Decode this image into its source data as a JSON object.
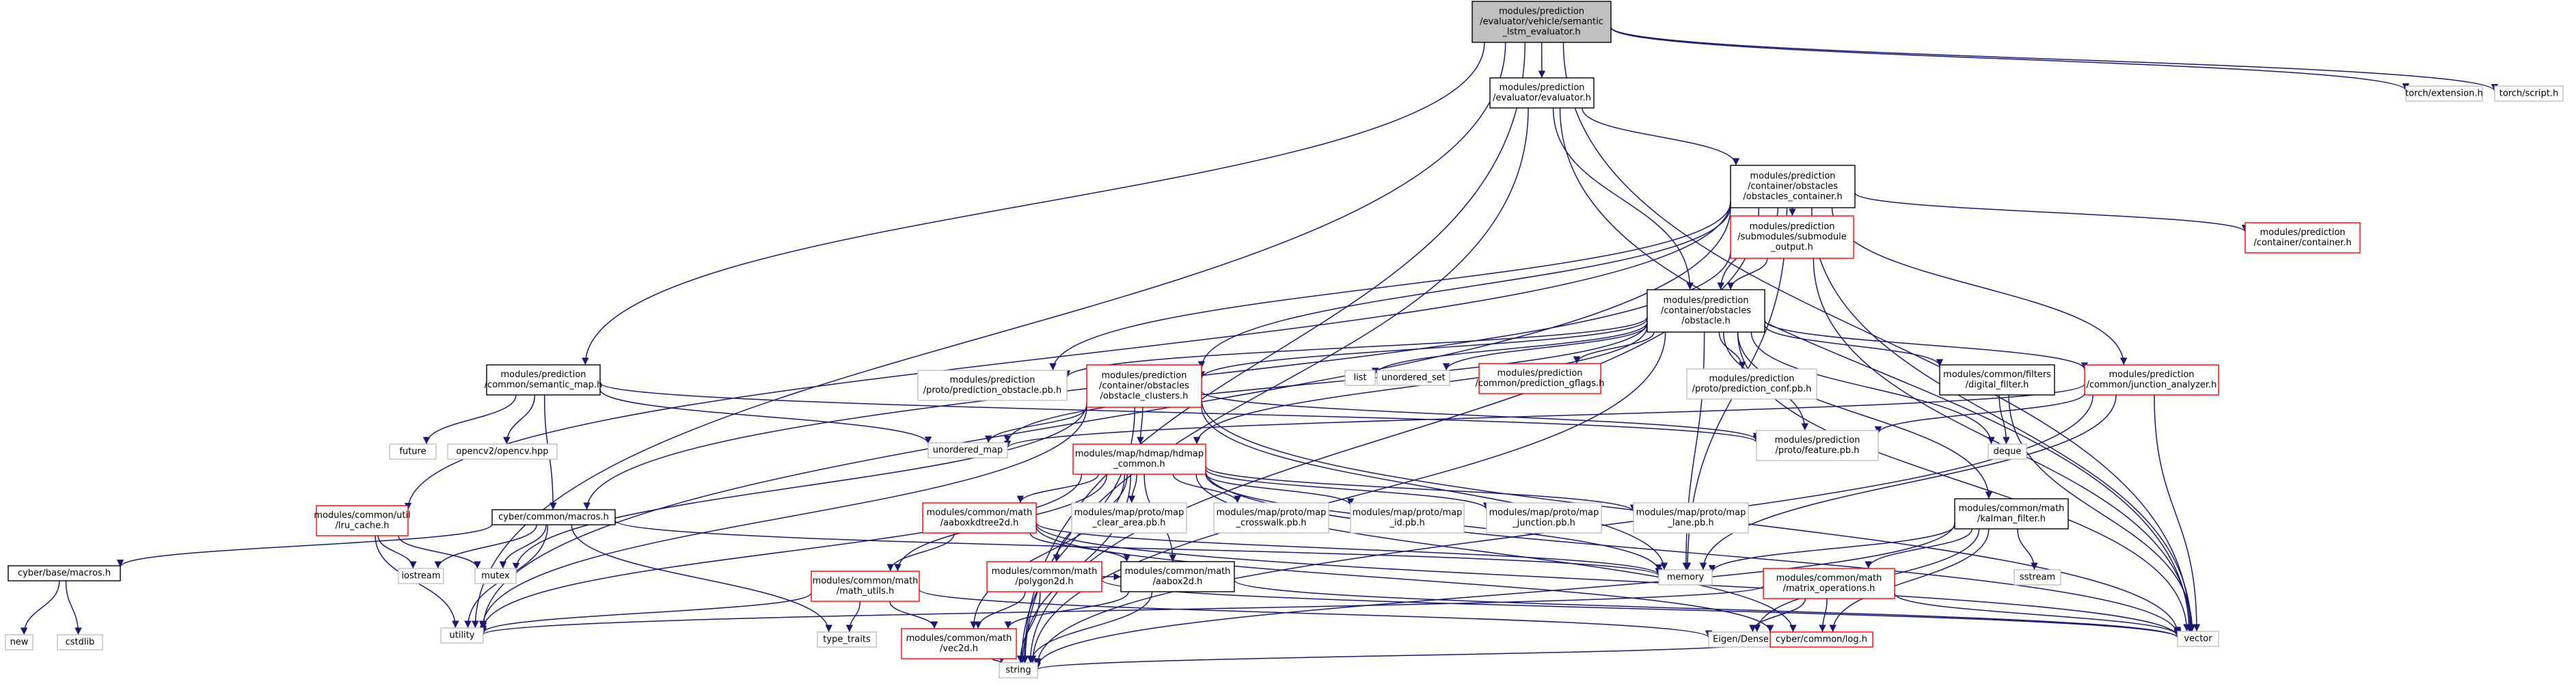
{
  "diagram": {
    "colors": {
      "edge": "#191970",
      "box_black": "#000000",
      "box_red": "#ff0000",
      "box_grey": "#bfbfbf",
      "fill_root": "#bfbfbf",
      "fill": "#ffffff"
    },
    "nodes": [
      {
        "id": "root",
        "style": "root",
        "lines": [
          "modules/prediction",
          "/evaluator/vehicle/semantic",
          "_lstm_evaluator.h"
        ]
      },
      {
        "id": "evaluator",
        "style": "black",
        "lines": [
          "modules/prediction",
          "/evaluator/evaluator.h"
        ]
      },
      {
        "id": "torch_ext",
        "style": "grey",
        "lines": [
          "torch/extension.h"
        ]
      },
      {
        "id": "torch_script",
        "style": "grey",
        "lines": [
          "torch/script.h"
        ]
      },
      {
        "id": "obst_container",
        "style": "black",
        "lines": [
          "modules/prediction",
          "/container/obstacles",
          "/obstacles_container.h"
        ]
      },
      {
        "id": "submodule_output",
        "style": "red",
        "lines": [
          "modules/prediction",
          "/submodules/submodule",
          "_output.h"
        ]
      },
      {
        "id": "container_h",
        "style": "red",
        "lines": [
          "modules/prediction",
          "/container/container.h"
        ]
      },
      {
        "id": "obstacle",
        "style": "black",
        "lines": [
          "modules/prediction",
          "/container/obstacles",
          "/obstacle.h"
        ]
      },
      {
        "id": "semantic_map",
        "style": "black",
        "lines": [
          "modules/prediction",
          "/common/semantic_map.h"
        ]
      },
      {
        "id": "pred_obstacle_pb",
        "style": "grey",
        "lines": [
          "modules/prediction",
          "/proto/prediction_obstacle.pb.h"
        ]
      },
      {
        "id": "obstacle_clusters",
        "style": "red",
        "lines": [
          "modules/prediction",
          "/container/obstacles",
          "/obstacle_clusters.h"
        ]
      },
      {
        "id": "list",
        "style": "grey",
        "lines": [
          "list"
        ]
      },
      {
        "id": "unordered_set",
        "style": "grey",
        "lines": [
          "unordered_set"
        ]
      },
      {
        "id": "pred_gflags",
        "style": "red",
        "lines": [
          "modules/prediction",
          "/common/prediction_gflags.h"
        ]
      },
      {
        "id": "pred_conf_pb",
        "style": "grey",
        "lines": [
          "modules/prediction",
          "/proto/prediction_conf.pb.h"
        ]
      },
      {
        "id": "digital_filter",
        "style": "black",
        "lines": [
          "modules/common/filters",
          "/digital_filter.h"
        ]
      },
      {
        "id": "junction_analyzer",
        "style": "red",
        "lines": [
          "modules/prediction",
          "/common/junction_analyzer.h"
        ]
      },
      {
        "id": "future",
        "style": "grey",
        "lines": [
          "future"
        ]
      },
      {
        "id": "opencv",
        "style": "grey",
        "lines": [
          "opencv2/opencv.hpp"
        ]
      },
      {
        "id": "unordered_map",
        "style": "grey",
        "lines": [
          "unordered_map"
        ]
      },
      {
        "id": "hdmap_common",
        "style": "red",
        "lines": [
          "modules/map/hdmap/hdmap",
          "_common.h"
        ]
      },
      {
        "id": "feature_pb",
        "style": "grey",
        "lines": [
          "modules/prediction",
          "/proto/feature.pb.h"
        ]
      },
      {
        "id": "deque",
        "style": "grey",
        "lines": [
          "deque"
        ]
      },
      {
        "id": "lru_cache",
        "style": "red",
        "lines": [
          "modules/common/util",
          "/lru_cache.h"
        ]
      },
      {
        "id": "cyber_macros",
        "style": "black",
        "lines": [
          "cyber/common/macros.h"
        ]
      },
      {
        "id": "aaboxkdtree",
        "style": "red",
        "lines": [
          "modules/common/math",
          "/aaboxkdtree2d.h"
        ]
      },
      {
        "id": "clear_area_pb",
        "style": "grey",
        "lines": [
          "modules/map/proto/map",
          "_clear_area.pb.h"
        ]
      },
      {
        "id": "crosswalk_pb",
        "style": "grey",
        "lines": [
          "modules/map/proto/map",
          "_crosswalk.pb.h"
        ]
      },
      {
        "id": "id_pb",
        "style": "grey",
        "lines": [
          "modules/map/proto/map",
          "_id.pb.h"
        ]
      },
      {
        "id": "junction_pb",
        "style": "grey",
        "lines": [
          "modules/map/proto/map",
          "_junction.pb.h"
        ]
      },
      {
        "id": "lane_pb",
        "style": "grey",
        "lines": [
          "modules/map/proto/map",
          "_lane.pb.h"
        ]
      },
      {
        "id": "kalman",
        "style": "black",
        "lines": [
          "modules/common/math",
          "/kalman_filter.h"
        ]
      },
      {
        "id": "base_macros",
        "style": "black",
        "lines": [
          "cyber/base/macros.h"
        ]
      },
      {
        "id": "iostream",
        "style": "grey",
        "lines": [
          "iostream"
        ]
      },
      {
        "id": "mutex",
        "style": "grey",
        "lines": [
          "mutex"
        ]
      },
      {
        "id": "math_utils",
        "style": "red",
        "lines": [
          "modules/common/math",
          "/math_utils.h"
        ]
      },
      {
        "id": "polygon2d",
        "style": "red",
        "lines": [
          "modules/common/math",
          "/polygon2d.h"
        ]
      },
      {
        "id": "aabox2d",
        "style": "black",
        "lines": [
          "modules/common/math",
          "/aabox2d.h"
        ]
      },
      {
        "id": "memory",
        "style": "grey",
        "lines": [
          "memory"
        ]
      },
      {
        "id": "matrix_ops",
        "style": "red",
        "lines": [
          "modules/common/math",
          "/matrix_operations.h"
        ]
      },
      {
        "id": "sstream",
        "style": "grey",
        "lines": [
          "sstream"
        ]
      },
      {
        "id": "new",
        "style": "grey",
        "lines": [
          "new"
        ]
      },
      {
        "id": "cstdlib",
        "style": "grey",
        "lines": [
          "cstdlib"
        ]
      },
      {
        "id": "utility",
        "style": "grey",
        "lines": [
          "utility"
        ]
      },
      {
        "id": "type_traits",
        "style": "grey",
        "lines": [
          "type_traits"
        ]
      },
      {
        "id": "eigen",
        "style": "grey",
        "lines": [
          "Eigen/Dense"
        ]
      },
      {
        "id": "log",
        "style": "red",
        "lines": [
          "cyber/common/log.h"
        ]
      },
      {
        "id": "vector",
        "style": "grey",
        "lines": [
          "vector"
        ]
      },
      {
        "id": "vec2d",
        "style": "red",
        "lines": [
          "modules/common/math",
          "/vec2d.h"
        ]
      },
      {
        "id": "string",
        "style": "grey",
        "lines": [
          "string"
        ]
      }
    ],
    "edges": [
      [
        "root",
        "evaluator"
      ],
      [
        "root",
        "torch_ext"
      ],
      [
        "root",
        "torch_script"
      ],
      [
        "root",
        "semantic_map"
      ],
      [
        "root",
        "utility"
      ],
      [
        "root",
        "string"
      ],
      [
        "root",
        "vector"
      ],
      [
        "evaluator",
        "obst_container"
      ],
      [
        "evaluator",
        "obstacle"
      ],
      [
        "evaluator",
        "string"
      ],
      [
        "evaluator",
        "vector"
      ],
      [
        "obst_container",
        "submodule_output"
      ],
      [
        "obst_container",
        "container_h"
      ],
      [
        "obst_container",
        "obstacle"
      ],
      [
        "obst_container",
        "obstacle_clusters"
      ],
      [
        "obst_container",
        "junction_analyzer"
      ],
      [
        "obst_container",
        "pred_obstacle_pb"
      ],
      [
        "obst_container",
        "lru_cache"
      ],
      [
        "obst_container",
        "memory"
      ],
      [
        "obst_container",
        "string"
      ],
      [
        "obst_container",
        "utility"
      ],
      [
        "obst_container",
        "vector"
      ],
      [
        "submodule_output",
        "obstacle"
      ],
      [
        "submodule_output",
        "cyber_macros"
      ],
      [
        "submodule_output",
        "vector"
      ],
      [
        "obstacle",
        "pred_obstacle_pb"
      ],
      [
        "obstacle",
        "obstacle_clusters"
      ],
      [
        "obstacle",
        "list"
      ],
      [
        "obstacle",
        "unordered_set"
      ],
      [
        "obstacle",
        "pred_gflags"
      ],
      [
        "obstacle",
        "pred_conf_pb"
      ],
      [
        "obstacle",
        "digital_filter"
      ],
      [
        "obstacle",
        "junction_analyzer"
      ],
      [
        "obstacle",
        "hdmap_common"
      ],
      [
        "obstacle",
        "feature_pb"
      ],
      [
        "obstacle",
        "deque"
      ],
      [
        "obstacle",
        "kalman"
      ],
      [
        "obstacle",
        "memory"
      ],
      [
        "obstacle",
        "vector"
      ],
      [
        "obstacle",
        "string"
      ],
      [
        "obstacle",
        "unordered_map"
      ],
      [
        "semantic_map",
        "future"
      ],
      [
        "semantic_map",
        "opencv"
      ],
      [
        "semantic_map",
        "unordered_map"
      ],
      [
        "semantic_map",
        "feature_pb"
      ],
      [
        "semantic_map",
        "cyber_macros"
      ],
      [
        "obstacle_clusters",
        "hdmap_common"
      ],
      [
        "obstacle_clusters",
        "unordered_map"
      ],
      [
        "obstacle_clusters",
        "feature_pb"
      ],
      [
        "obstacle_clusters",
        "memory"
      ],
      [
        "obstacle_clusters",
        "mutex"
      ],
      [
        "obstacle_clusters",
        "string"
      ],
      [
        "obstacle_clusters",
        "vector"
      ],
      [
        "obstacle_clusters",
        "utility"
      ],
      [
        "digital_filter",
        "deque"
      ],
      [
        "digital_filter",
        "vector"
      ],
      [
        "junction_analyzer",
        "feature_pb"
      ],
      [
        "junction_analyzer",
        "unordered_map"
      ],
      [
        "junction_analyzer",
        "memory"
      ],
      [
        "junction_analyzer",
        "string"
      ],
      [
        "junction_analyzer",
        "vector"
      ],
      [
        "hdmap_common",
        "aaboxkdtree"
      ],
      [
        "hdmap_common",
        "clear_area_pb"
      ],
      [
        "hdmap_common",
        "crosswalk_pb"
      ],
      [
        "hdmap_common",
        "id_pb"
      ],
      [
        "hdmap_common",
        "junction_pb"
      ],
      [
        "hdmap_common",
        "lane_pb"
      ],
      [
        "hdmap_common",
        "math_utils"
      ],
      [
        "hdmap_common",
        "polygon2d"
      ],
      [
        "hdmap_common",
        "aabox2d"
      ],
      [
        "hdmap_common",
        "vec2d"
      ],
      [
        "hdmap_common",
        "memory"
      ],
      [
        "hdmap_common",
        "string"
      ],
      [
        "hdmap_common",
        "utility"
      ],
      [
        "hdmap_common",
        "vector"
      ],
      [
        "hdmap_common",
        "log"
      ],
      [
        "lru_cache",
        "iostream"
      ],
      [
        "lru_cache",
        "mutex"
      ],
      [
        "lru_cache",
        "utility"
      ],
      [
        "cyber_macros",
        "base_macros"
      ],
      [
        "cyber_macros",
        "iostream"
      ],
      [
        "cyber_macros",
        "memory"
      ],
      [
        "cyber_macros",
        "mutex"
      ],
      [
        "cyber_macros",
        "type_traits"
      ],
      [
        "cyber_macros",
        "utility"
      ],
      [
        "aaboxkdtree",
        "math_utils"
      ],
      [
        "aaboxkdtree",
        "aabox2d"
      ],
      [
        "aaboxkdtree",
        "memory"
      ],
      [
        "aaboxkdtree",
        "vector"
      ],
      [
        "aaboxkdtree",
        "log"
      ],
      [
        "kalman",
        "memory"
      ],
      [
        "kalman",
        "matrix_ops"
      ],
      [
        "kalman",
        "sstream"
      ],
      [
        "kalman",
        "eigen"
      ],
      [
        "kalman",
        "log"
      ],
      [
        "kalman",
        "string"
      ],
      [
        "base_macros",
        "new"
      ],
      [
        "base_macros",
        "cstdlib"
      ],
      [
        "math_utils",
        "utility"
      ],
      [
        "math_utils",
        "type_traits"
      ],
      [
        "math_utils",
        "vec2d"
      ],
      [
        "math_utils",
        "eigen"
      ],
      [
        "polygon2d",
        "aabox2d"
      ],
      [
        "polygon2d",
        "vec2d"
      ],
      [
        "polygon2d",
        "string"
      ],
      [
        "polygon2d",
        "vector"
      ],
      [
        "aabox2d",
        "vec2d"
      ],
      [
        "aabox2d",
        "string"
      ],
      [
        "aabox2d",
        "vector"
      ],
      [
        "matrix_ops",
        "utility"
      ],
      [
        "matrix_ops",
        "eigen"
      ],
      [
        "matrix_ops",
        "log"
      ],
      [
        "matrix_ops",
        "vector"
      ],
      [
        "log",
        "string"
      ],
      [
        "vec2d",
        "string"
      ]
    ]
  }
}
